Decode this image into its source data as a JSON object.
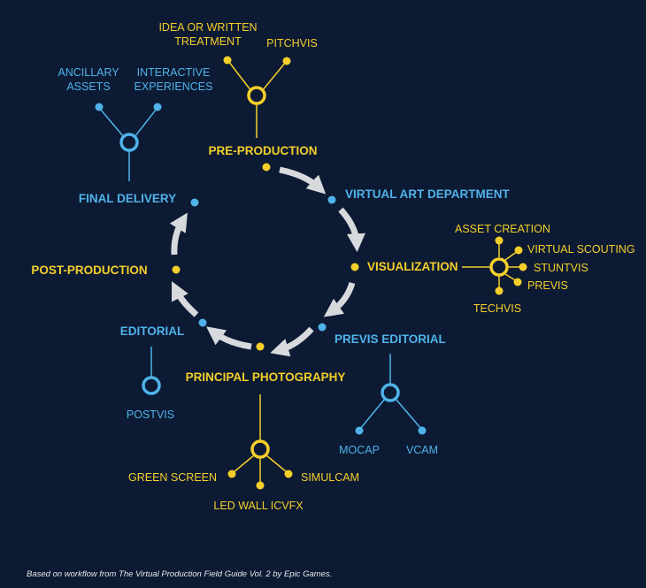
{
  "colors": {
    "background": "#0c1a33",
    "yellow": "#f4cf2a",
    "blue": "#4fb3ea",
    "arrow": "#d7d9dd",
    "footnote": "#e6e8ee"
  },
  "stages": {
    "pre_production": "PRE-PRODUCTION",
    "virtual_art_department": "VIRTUAL ART DEPARTMENT",
    "visualization": "VISUALIZATION",
    "previs_editorial": "PREVIS EDITORIAL",
    "principal_photography": "PRINCIPAL PHOTOGRAPHY",
    "editorial": "EDITORIAL",
    "post_production": "POST-PRODUCTION",
    "final_delivery": "FINAL DELIVERY"
  },
  "branches": {
    "pre_production": {
      "idea_line1": "IDEA OR WRITTEN",
      "idea_line2": "TREATMENT",
      "pitchvis": "PITCHVIS"
    },
    "final_delivery": {
      "ancillary_line1": "ANCILLARY",
      "ancillary_line2": "ASSETS",
      "interactive_line1": "INTERACTIVE",
      "interactive_line2": "EXPERIENCES"
    },
    "visualization": {
      "asset_creation": "ASSET CREATION",
      "virtual_scouting": "VIRTUAL SCOUTING",
      "stuntvis": "STUNTVIS",
      "previs": "PREVIS",
      "techvis": "TECHVIS"
    },
    "editorial": {
      "postvis": "POSTVIS"
    },
    "previs_editorial": {
      "mocap": "MOCAP",
      "vcam": "VCAM"
    },
    "principal_photography": {
      "green_screen": "GREEN SCREEN",
      "simulcam": "SIMULCAM",
      "led_wall": "LED WALL ICVFX"
    }
  },
  "footnote": "Based on workflow from The Virtual Production Field Guide Vol. 2 by Epic Games."
}
